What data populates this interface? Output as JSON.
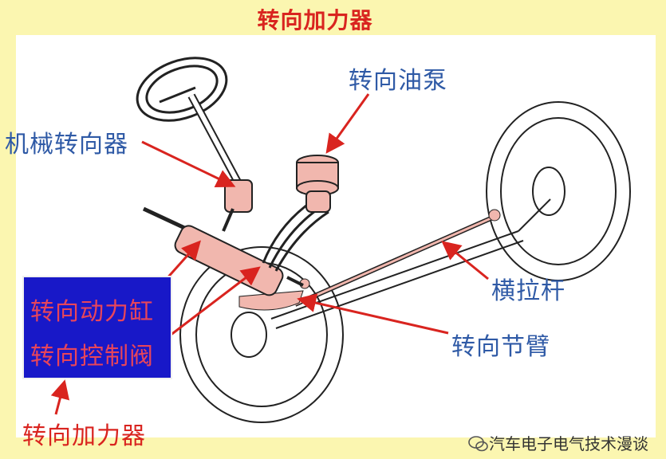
{
  "title": "转向加力器",
  "labels": {
    "steering_pump": "转向油泵",
    "mechanical_steering_gear": "机械转向器",
    "power_cylinder": "转向动力缸",
    "control_valve": "转向控制阀",
    "tie_rod": "横拉杆",
    "steering_knuckle_arm": "转向节臂",
    "power_booster": "转向加力器"
  },
  "watermark": "汽车电子电气技术漫谈",
  "colors": {
    "background": "#fbf6b0",
    "title": "#d9241f",
    "label_blue": "#2f5aa6",
    "arrow_red": "#d9241f",
    "box_fill": "#1818c8",
    "box_text": "#e8455a",
    "part_pink": "#f1b7ae"
  }
}
